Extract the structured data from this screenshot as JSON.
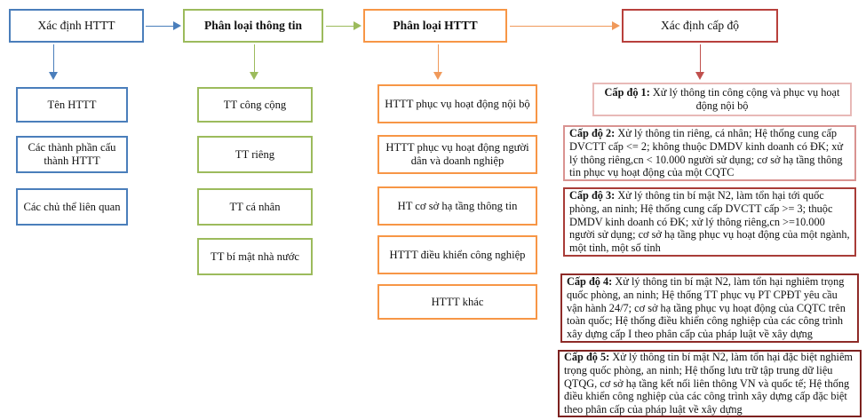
{
  "diagram": {
    "title": "Quy trinh xac dinh cap do an toan he thong thong tin",
    "colors": {
      "blue": "#4A7EBB",
      "green": "#9CBB5C",
      "orange": "#F79646",
      "red": "#B8403C",
      "level1_border": "#E8B9B7",
      "level2_border": "#D99391",
      "level3_border": "#A83C38",
      "level4_border": "#8E2B28",
      "level5_border": "#7C211F"
    },
    "headers": [
      {
        "label": "Xác định HTTT",
        "color": "blue"
      },
      {
        "label": "Phân loại thông tin",
        "color": "green"
      },
      {
        "label": "Phân loại HTTT",
        "color": "orange"
      },
      {
        "label": "Xác định cấp độ",
        "color": "red"
      }
    ],
    "columns": [
      {
        "name": "xac-dinh-htt",
        "color": "blue",
        "items": [
          {
            "label": "Tên HTTT"
          },
          {
            "label": "Các thành phần cấu thành HTTT"
          },
          {
            "label": "Các chủ thể liên quan"
          }
        ]
      },
      {
        "name": "phan-loai-thong-tin",
        "color": "green",
        "items": [
          {
            "label": "TT công cộng"
          },
          {
            "label": "TT riêng"
          },
          {
            "label": "TT cá nhân"
          },
          {
            "label": "TT bí mật nhà nước"
          }
        ]
      },
      {
        "name": "phan-loai-htt",
        "color": "orange",
        "items": [
          {
            "label": "HTTT phục vụ hoạt động nội bộ"
          },
          {
            "label": "HTTT phục vụ hoạt động người dân và doanh nghiệp"
          },
          {
            "label": "HT cơ sở hạ tầng thông tin"
          },
          {
            "label": "HTTT điều khiển công nghiệp"
          },
          {
            "label": "HTTT khác"
          }
        ]
      }
    ],
    "levels": [
      {
        "name": "cap-do-1",
        "prefix": "Cấp độ 1:",
        "body": " Xử lý thông tin công cộng và phục vụ hoạt động nội bộ"
      },
      {
        "name": "cap-do-2",
        "prefix": "Cấp độ 2:",
        "body": " Xử lý thông tin riêng, cá nhân; Hệ thống cung cấp DVCTT cấp <= 2; không thuộc DMDV kinh doanh có ĐK; xử lý thông riêng,cn < 10.000 người sử dụng; cơ sở hạ tầng thông tin phục vụ hoạt động của một CQTC"
      },
      {
        "name": "cap-do-3",
        "prefix": "Cấp độ 3:",
        "body": " Xử lý thông tin bí mật N2, làm tổn hại tới quốc phòng, an ninh; Hệ thống cung cấp DVCTT cấp >= 3; thuộc DMDV kinh doanh có ĐK; xử lý thông riêng,cn >=10.000 người sử dụng; cơ sở hạ tầng phục vụ hoạt động của một ngành, một tỉnh, một số tỉnh"
      },
      {
        "name": "cap-do-4",
        "prefix": "Cấp độ 4:",
        "body": " Xử lý thông tin bí mật N2, làm tổn hại nghiêm trọng quốc phòng, an ninh; Hệ thống TT phục vụ PT CPĐT yêu cầu vận hành 24/7; cơ sở hạ tầng phục vụ hoạt động của CQTC trên toàn quốc; Hệ thống điều khiển công nghiệp của các công trình xây dựng cấp I theo phân cấp của pháp luật về xây dựng"
      },
      {
        "name": "cap-do-5",
        "prefix": "Cấp độ 5:",
        "body": " Xử lý thông tin bí mật N2, làm tổn hại đặc biệt nghiêm trọng quốc phòng, an ninh; Hệ thống lưu trữ tập trung dữ liệu QTQG, cơ sở hạ tầng kết nối liên thông VN và quốc tế; Hệ thống điều khiển công nghiệp của các công trình xây dựng cấp đặc biệt theo phân cấp của pháp luật về xây dựng"
      }
    ]
  }
}
